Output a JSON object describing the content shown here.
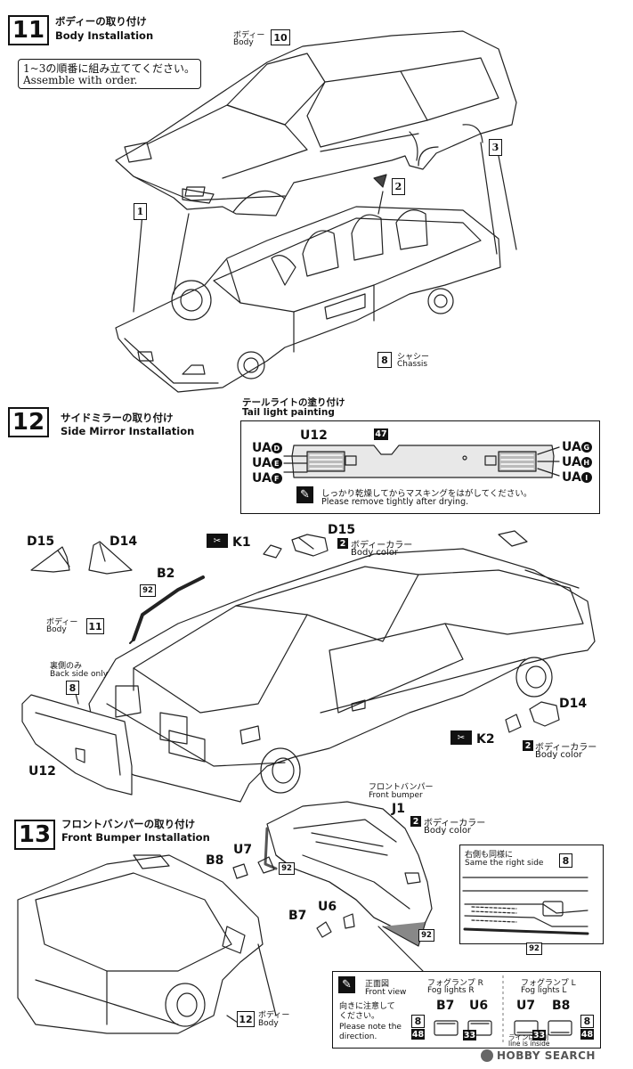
{
  "step11": {
    "number": "11",
    "title_ja": "ボディーの取り付け",
    "title_en": "Body Installation",
    "note_ja": "1~3の順番に組み立ててください。",
    "note_en": "Assemble with order.",
    "body_label_ja": "ボディー",
    "body_label_en": "Body",
    "body_ref": "10",
    "chassis_label_ja": "シャシー",
    "chassis_label_en": "Chassis",
    "chassis_ref": "8",
    "order_markers": [
      "1",
      "2",
      "3"
    ]
  },
  "step12": {
    "number": "12",
    "title_ja": "サイドミラーの取り付け",
    "title_en": "Side Mirror Installation",
    "tail_title_ja": "テールライトの塗り付け",
    "tail_title_en": "Tail light painting",
    "tail_part": "U12",
    "tail_ref": "47",
    "tail_left": [
      {
        "part": "UA",
        "letter": "D"
      },
      {
        "part": "UA",
        "letter": "E"
      },
      {
        "part": "UA",
        "letter": "F"
      }
    ],
    "tail_right": [
      {
        "part": "UA",
        "letter": "G"
      },
      {
        "part": "UA",
        "letter": "H"
      },
      {
        "part": "UA",
        "letter": "I"
      }
    ],
    "mask_note_ja": "しっかり乾燥してからマスキングをはがしてください。",
    "mask_note_en": "Please remove tightly after drying.",
    "mirror_left": "D15",
    "mirror_right": "D14",
    "decal_k1": "K1",
    "decal_k2": "K2",
    "body_color_ja": "ボディーカラー",
    "body_color_en": "Body color",
    "paint_ref": "2",
    "b2": "B2",
    "b2_ref": "92",
    "body_label_ja": "ボディー",
    "body_label_en": "Body",
    "body_ref": "11",
    "back_side_ja": "裏側のみ",
    "back_side_en": "Back side only",
    "back_side_ref": "8",
    "u12": "U12"
  },
  "step13": {
    "number": "13",
    "title_ja": "フロントバンパーの取り付け",
    "title_en": "Front Bumper Installation",
    "bumper_ja": "フロントバンパー",
    "bumper_en": "Front bumper",
    "j1": "J1",
    "body_color_ja": "ボディーカラー",
    "body_color_en": "Body color",
    "paint_ref": "2",
    "b8": "B8",
    "u7": "U7",
    "b7": "B7",
    "u6": "U6",
    "ref92": "92",
    "same_side_ja": "右側も同様に",
    "same_side_en": "Same the right side",
    "same_ref": "8",
    "same_ref2": "92",
    "front_view_ja": "正面図",
    "front_view_en": "Front view",
    "direction_ja": "向きに注意してください。",
    "direction_en": "Please note the direction.",
    "fog_r_ja": "フォグランプ R",
    "fog_r_en": "Fog lights R",
    "fog_l_ja": "フォグランプ L",
    "fog_l_en": "Fog lights L",
    "line_inside_ja": "ラインは内側",
    "line_inside_en": "line is inside",
    "fog_refs": [
      "8",
      "48",
      "33"
    ],
    "body_label_ja": "ボディー",
    "body_label_en": "Body",
    "body_ref": "12"
  },
  "watermark": "HOBBY SEARCH"
}
